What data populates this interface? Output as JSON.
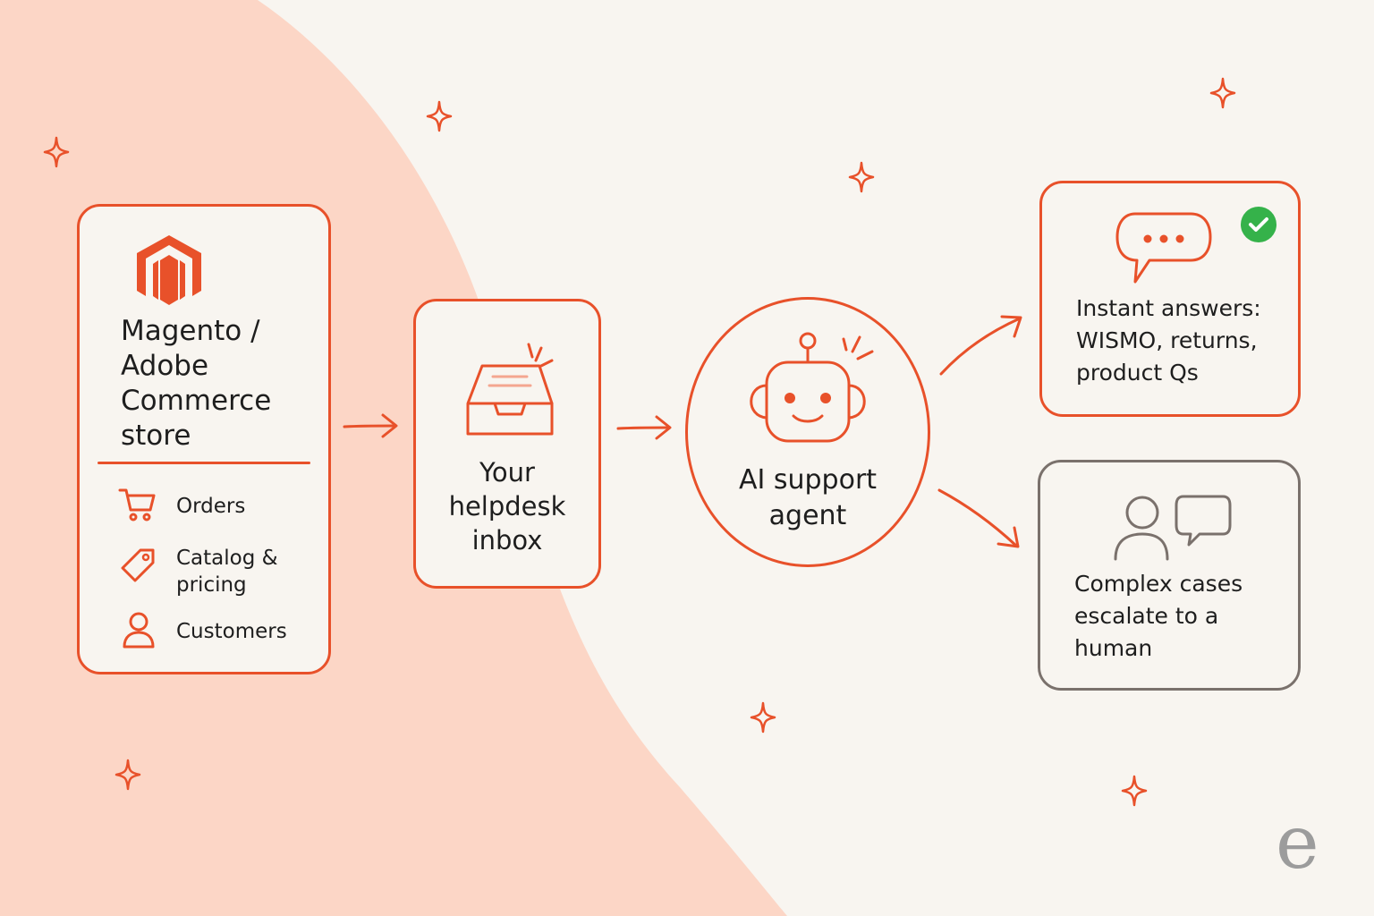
{
  "store": {
    "title": "Magento /\nAdobe\nCommerce\nstore",
    "items": [
      {
        "icon": "cart-icon",
        "label": "Orders"
      },
      {
        "icon": "price-tag-icon",
        "label": "Catalog &\npricing"
      },
      {
        "icon": "person-icon",
        "label": "Customers"
      }
    ]
  },
  "inbox": {
    "label": "Your\nhelpdesk\ninbox",
    "icon": "inbox-tray-icon"
  },
  "agent": {
    "label": "AI support\nagent",
    "icon": "robot-icon"
  },
  "outcomes": {
    "instant": {
      "text": "Instant answers:\nWISMO, returns,\nproduct Qs",
      "icon": "chat-bubble-icon",
      "badge": "check-icon"
    },
    "escalate": {
      "text": "Complex cases\nescalate to a\nhuman",
      "icon": "person-chat-icon"
    }
  },
  "watermark": "e",
  "colors": {
    "accent": "#e8512a",
    "peach_background": "#fcd6c6",
    "page_background": "#f8f5f0",
    "neutral_border": "#7a716c",
    "check_green": "#35b24a"
  }
}
